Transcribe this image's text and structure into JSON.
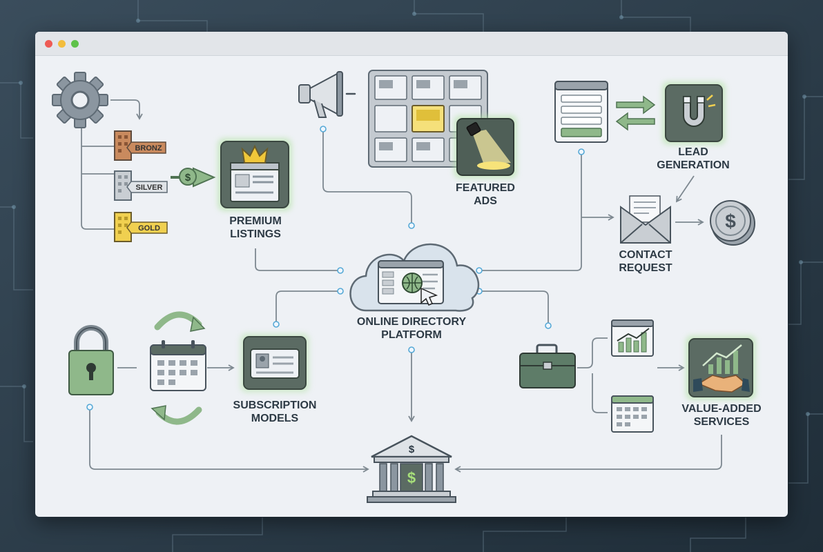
{
  "colors": {
    "line": "#7d8890",
    "green": "#8fb88a",
    "greenDark": "#5d7f62",
    "panel": "#4d6156",
    "gold": "#f0d050",
    "bronze": "#c98a5e",
    "silver": "#c9ced3"
  },
  "window": {
    "controls": [
      "close",
      "minimize",
      "maximize"
    ]
  },
  "nodes": {
    "platform": {
      "line1": "ONLINE DIRECTORY",
      "line2": "PLATFORM",
      "icon": "cloud-globe-icon"
    },
    "premium": {
      "line1": "PREMIUM",
      "line2": "LISTINGS",
      "icon": "crown-listing-icon"
    },
    "featured": {
      "line1": "FEATURED",
      "line2": "ADS",
      "icon": "spotlight-icon"
    },
    "lead": {
      "line1": "LEAD",
      "line2": "GENERATION",
      "icon": "magnet-icon"
    },
    "contact": {
      "line1": "CONTACT",
      "line2": "REQUEST",
      "icon": "envelope-icon"
    },
    "subscription": {
      "line1": "SUBSCRIPTION",
      "line2": "MODELS",
      "icon": "id-card-icon"
    },
    "value": {
      "line1": "VALUE-ADDED",
      "line2": "SERVICES",
      "icon": "handshake-chart-icon"
    }
  },
  "tiers": [
    {
      "label": "BRONZ",
      "color": "#c98a5e"
    },
    {
      "label": "SILVER",
      "color": "#c9ced3"
    },
    {
      "label": "GOLD",
      "color": "#f0d050"
    }
  ],
  "icons": [
    "gear-icon",
    "dollar-arrow-icon",
    "megaphone-icon",
    "ad-grid-icon",
    "form-window-icon",
    "swap-arrows-icon",
    "coin-icon",
    "padlock-icon",
    "calendar-cycle-icon",
    "briefcase-icon",
    "growth-chart-icon",
    "calendar-icon",
    "bank-icon"
  ]
}
